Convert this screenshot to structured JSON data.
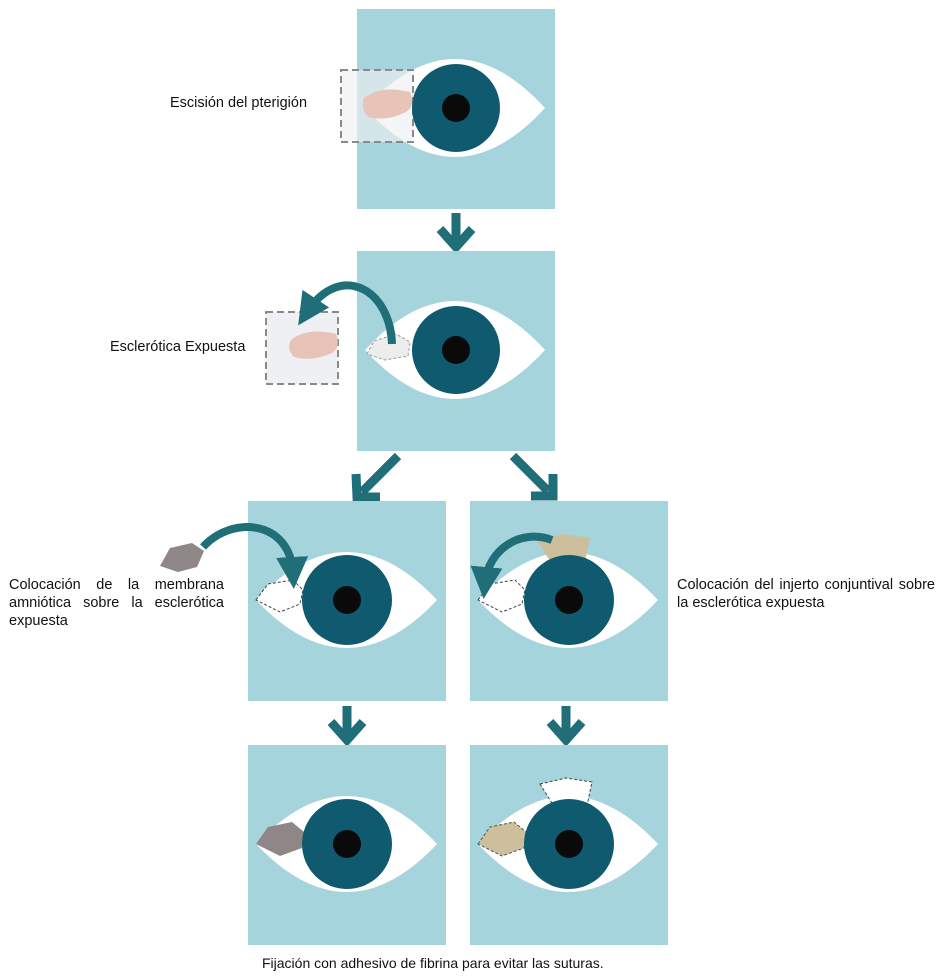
{
  "steps": {
    "step1": "Escisión del pterigión",
    "step2": "Esclerótica Expuesta",
    "step3_left": "Colocación de la membrana amniótica sobre la esclerótica expuesta",
    "step3_right": "Colocación del injerto conjuntival sobre la esclerótica expuesta",
    "caption": "Fijación con adhesivo de fibrina para evitar las suturas."
  },
  "colors": {
    "panel_background": "#a6d4dc",
    "iris": "#0f5a6e",
    "pupil": "#0a0a0a",
    "sclera": "#ffffff",
    "arrow": "#1f6e78",
    "pterygium_tissue": "#e8c3b8",
    "amniotic_membrane": "#8e8687",
    "conjunctival_graft": "#cdbf9c",
    "exposed_sclera": "#ededed",
    "excision_box_fill": "#eef0f3",
    "excision_box_border": "#8a8a8a"
  },
  "icons": {
    "eye": "eye-illustration",
    "down_arrow": "down-arrow-icon",
    "curved_arrow": "curved-arrow-icon"
  }
}
